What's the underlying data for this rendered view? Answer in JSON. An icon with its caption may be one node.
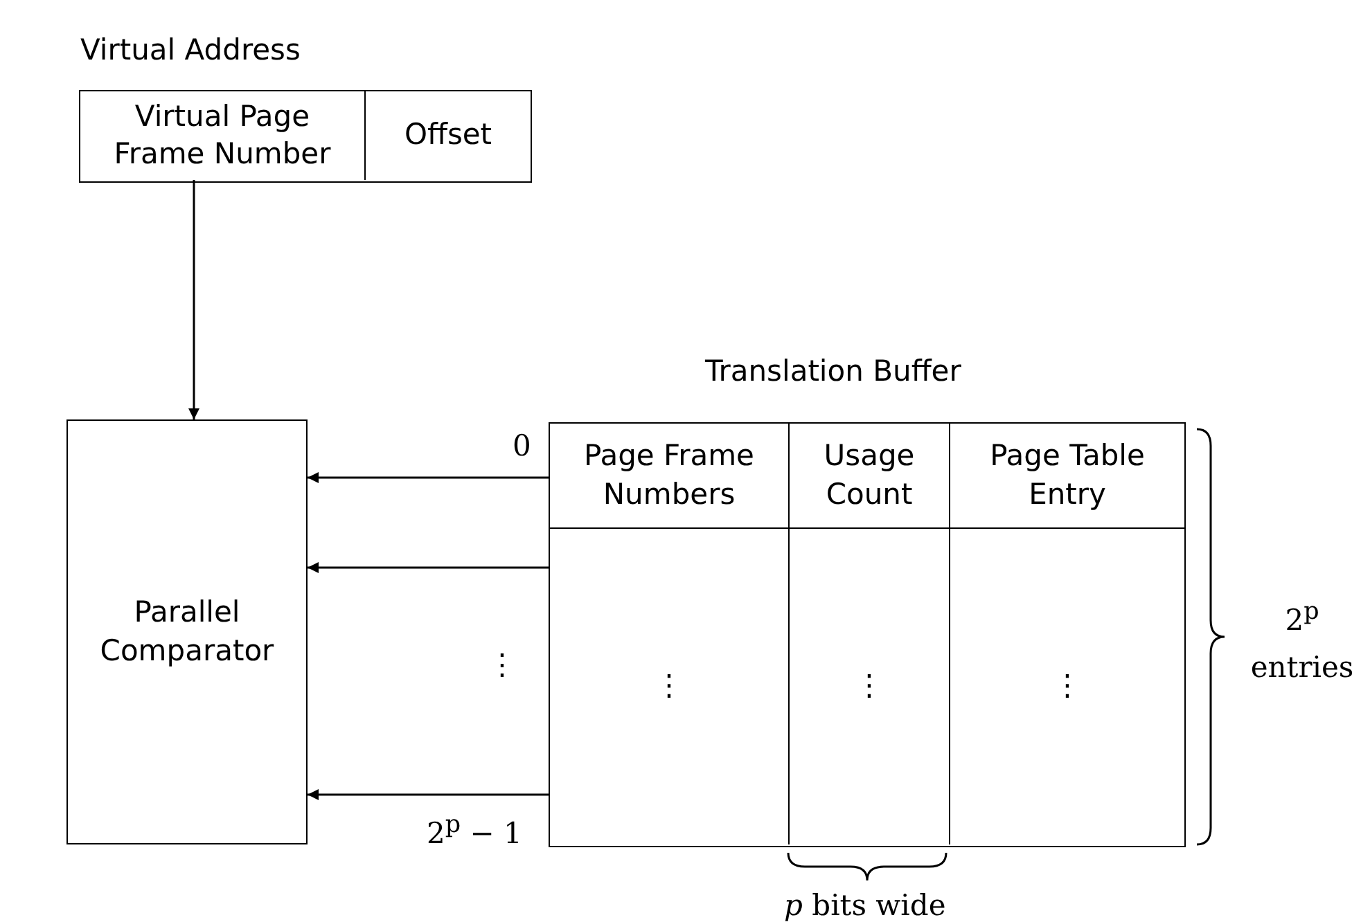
{
  "diagram": {
    "nodes": [
      {
        "text": [
          "Virtual Address"
        ]
      },
      {
        "text": [
          "Virtual Page Frame Number"
        ],
        "in": 0
      },
      {
        "text": [
          "Offset"
        ],
        "in": 0
      },
      {
        "text": [
          "Parallel Comparator"
        ]
      },
      {
        "text": [
          "Translation Buffer"
        ]
      },
      {
        "text": [
          "Page Frame Numbers"
        ],
        "in": 4
      },
      {
        "text": [
          "Usage Count"
        ],
        "in": 4
      },
      {
        "text": [
          "Page Table Entry"
        ],
        "in": 4
      },
      {
        "text": [
          "⋮"
        ],
        "in": 4
      },
      {
        "text": [
          "⋮"
        ],
        "in": 4
      },
      {
        "text": [
          "⋮"
        ],
        "in": 4
      }
    ],
    "edges": [
      {
        "from": 1,
        "to": 3,
        "arrow": "to"
      },
      {
        "from": 4,
        "to": 3,
        "arrow": "to"
      },
      {
        "from": 4,
        "to": 3,
        "arrow": "to"
      },
      {
        "from": 4,
        "to": 3,
        "arrow": "to"
      }
    ],
    "labels": [
      "0",
      "⋮",
      "2$^{p}$ − 1",
      "2$^{p}$ entries",
      "*p* bits wide"
    ]
  }
}
